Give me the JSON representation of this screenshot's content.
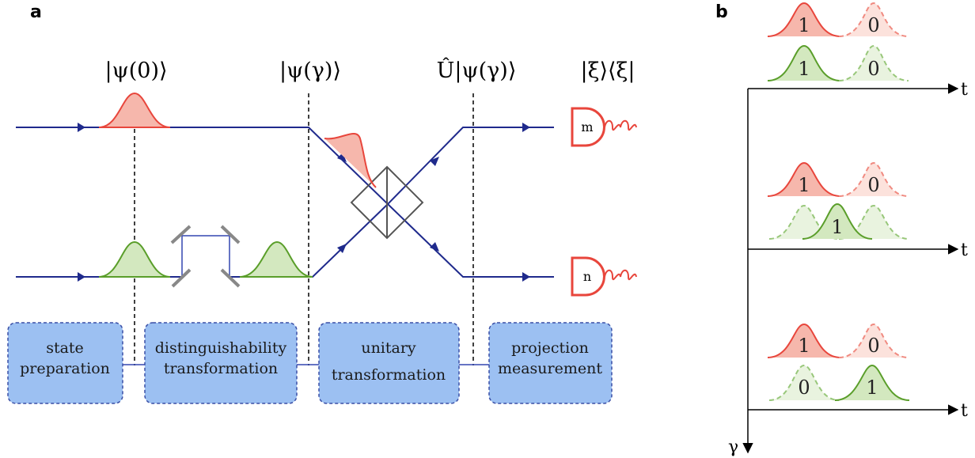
{
  "panel_a": {
    "label": "a",
    "state_labels": [
      "|ψ(0)⟩",
      "|ψ(γ)⟩",
      "Û|ψ(γ)⟩",
      "|ξ⟩⟨ξ|"
    ],
    "detectors": [
      "m",
      "n"
    ],
    "stages": [
      {
        "line1": "state",
        "line2": "preparation"
      },
      {
        "line1": "distinguishability",
        "line2": "transformation"
      },
      {
        "line1": "unitary",
        "line2": "transformation"
      },
      {
        "line1": "projection",
        "line2": "measurement"
      }
    ]
  },
  "panel_b": {
    "label": "b",
    "time_axis_label": "t",
    "gamma_axis_label": "γ",
    "rows": [
      {
        "red": {
          "solid": "1",
          "dashed": "0"
        },
        "green": {
          "solid": "1",
          "dashed": "0"
        }
      },
      {
        "red": {
          "solid": "1",
          "dashed": "0"
        },
        "green": {
          "solid": "1"
        }
      },
      {
        "red": {
          "solid": "1",
          "dashed": "0"
        },
        "green": {
          "dashed": "0",
          "solid": "1"
        }
      }
    ]
  },
  "colors": {
    "beam": "#1f2a8c",
    "red": "#e8463c",
    "red_fill": "#f6b7ac",
    "green": "#5a9e2a",
    "green_fill": "#d3e8bf",
    "box_fill": "#9cc0f2",
    "box_stroke": "#3a4fa6"
  }
}
